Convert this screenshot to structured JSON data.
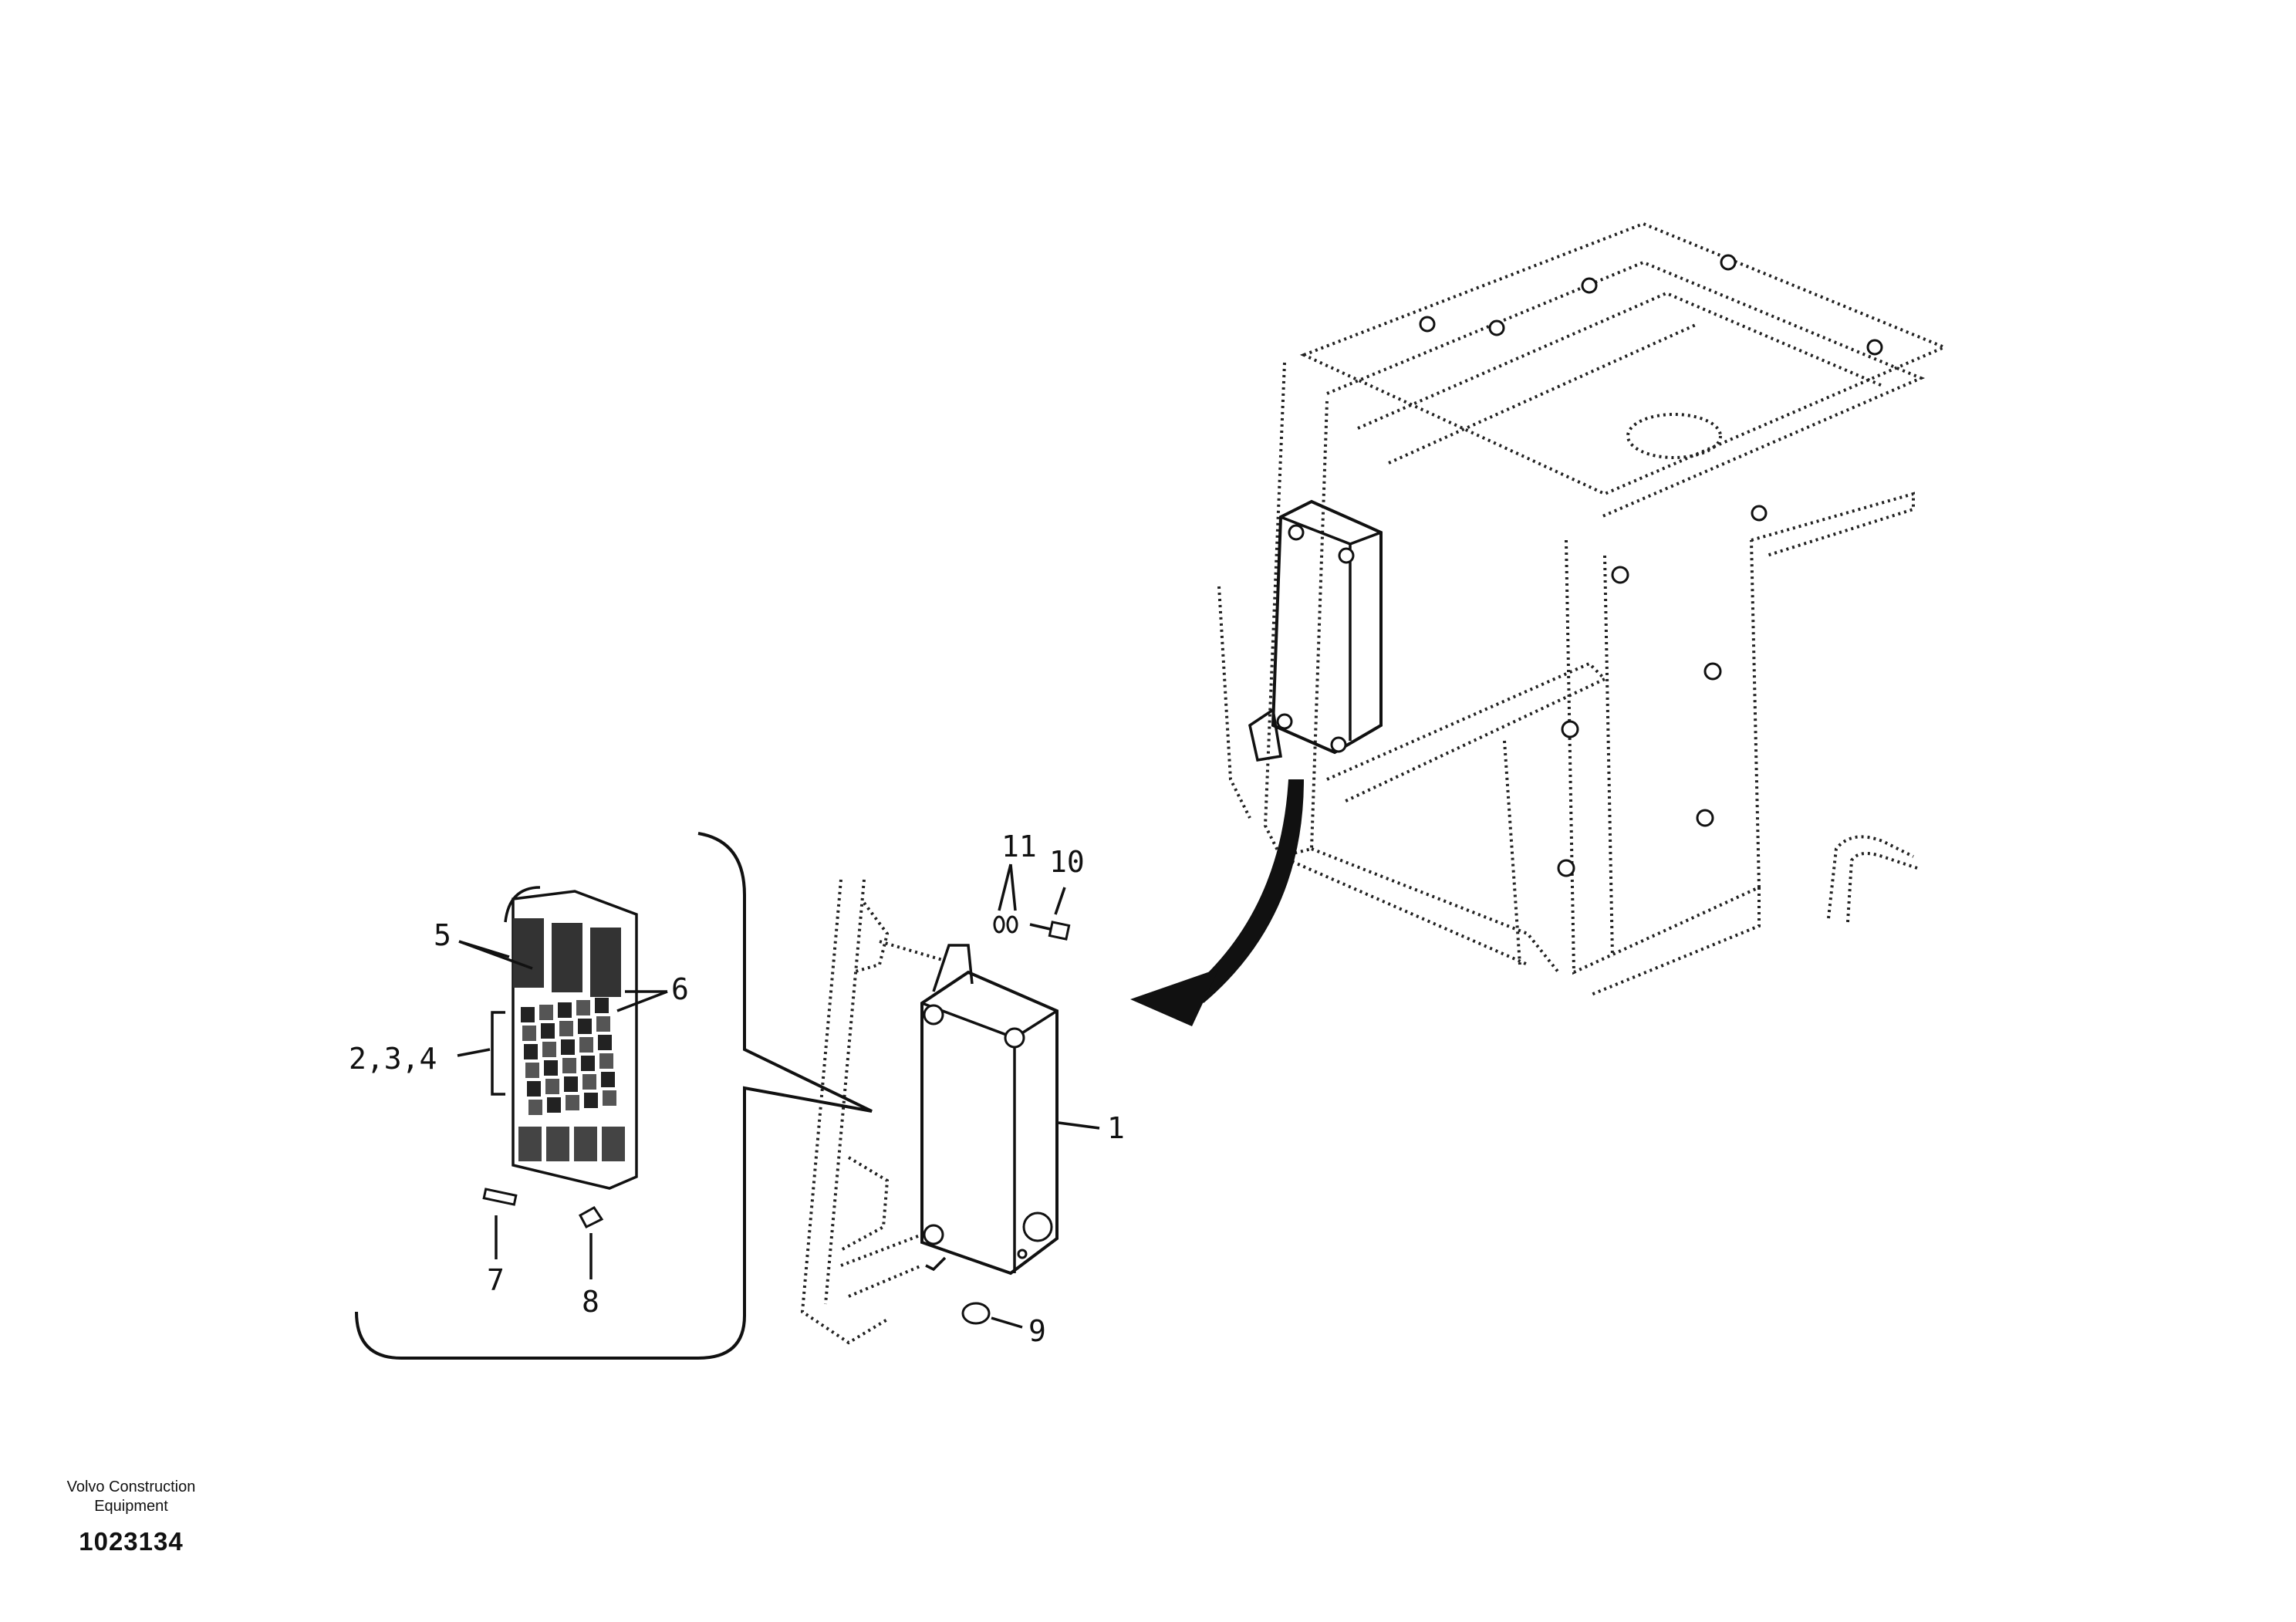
{
  "callouts": [
    {
      "id": "1",
      "text": "1"
    },
    {
      "id": "234",
      "text": "2,3,4"
    },
    {
      "id": "5",
      "text": "5"
    },
    {
      "id": "6",
      "text": "6"
    },
    {
      "id": "7",
      "text": "7"
    },
    {
      "id": "8",
      "text": "8"
    },
    {
      "id": "9",
      "text": "9"
    },
    {
      "id": "10",
      "text": "10"
    },
    {
      "id": "11",
      "text": "11"
    }
  ],
  "footer": {
    "brand_line1": "Volvo Construction",
    "brand_line2": "Equipment",
    "document_number": "1023134"
  }
}
